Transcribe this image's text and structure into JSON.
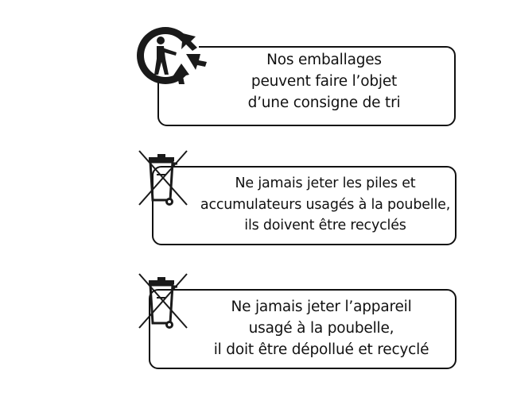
{
  "notices": [
    {
      "icon": "triman-icon",
      "lines": [
        "Nos emballages",
        "peuvent faire l’objet",
        "d’une consigne de tri"
      ]
    },
    {
      "icon": "crossed-out-wheelie-bin-icon",
      "lines": [
        "Ne jamais jeter les piles et",
        "accumulateurs usagés à la poubelle,",
        "ils doivent être  recyclés"
      ]
    },
    {
      "icon": "crossed-out-wheelie-bin-icon",
      "lines": [
        "Ne jamais jeter l’appareil",
        "usagé à la poubelle,",
        "il doit être dépollué et recyclé"
      ]
    }
  ]
}
